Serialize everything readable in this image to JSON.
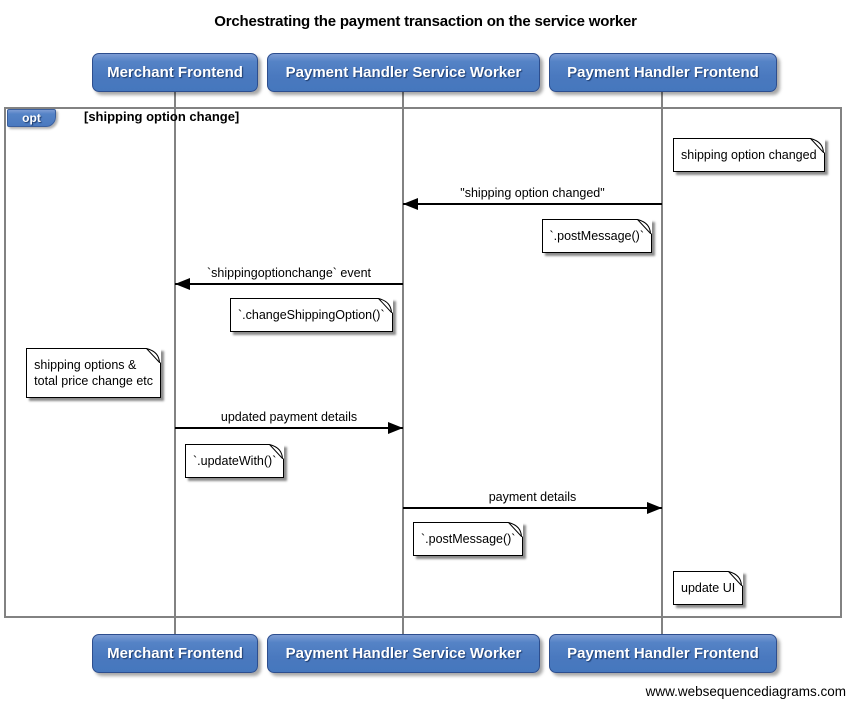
{
  "title": "Orchestrating the payment transaction on the service worker",
  "actors": [
    {
      "label": "Merchant Frontend"
    },
    {
      "label": "Payment Handler Service Worker"
    },
    {
      "label": "Payment Handler Frontend"
    }
  ],
  "fragment": {
    "operator": "opt",
    "guard": "[shipping option change]"
  },
  "messages": [
    {
      "label": "\"shipping option changed\"",
      "from": "Payment Handler Frontend",
      "to": "Payment Handler Service Worker"
    },
    {
      "label": "`shippingoptionchange` event",
      "from": "Payment Handler Service Worker",
      "to": "Merchant Frontend"
    },
    {
      "label": "updated payment details",
      "from": "Merchant Frontend",
      "to": "Payment Handler Service Worker"
    },
    {
      "label": "payment details",
      "from": "Payment Handler Service Worker",
      "to": "Payment Handler Frontend"
    }
  ],
  "notes": [
    {
      "lines": [
        "shipping option changed"
      ]
    },
    {
      "lines": [
        "`.postMessage()`"
      ]
    },
    {
      "lines": [
        "`.changeShippingOption()`"
      ]
    },
    {
      "lines": [
        "shipping options &",
        "total price change etc"
      ]
    },
    {
      "lines": [
        "`.updateWith()`"
      ]
    },
    {
      "lines": [
        "`.postMessage()`"
      ]
    },
    {
      "lines": [
        "update UI"
      ]
    }
  ],
  "footer": "www.websequencediagrams.com",
  "colors": {
    "actor_fill": "#4a79bf",
    "actor_border": "#2d4e8e",
    "frame_line": "#828282",
    "note_border": "#000000",
    "arrow": "#000000"
  }
}
